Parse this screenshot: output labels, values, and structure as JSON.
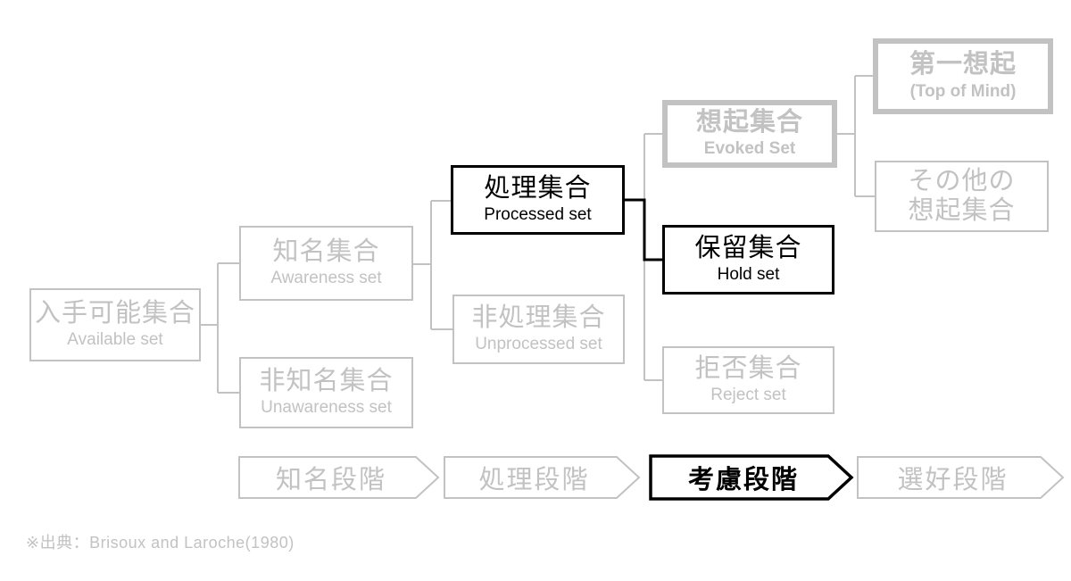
{
  "diagram": {
    "title_hint": "Consideration set model tree",
    "colors": {
      "dim": "#c2c2c2",
      "active": "#000000",
      "background": "#ffffff"
    },
    "nodes": [
      {
        "id": "available",
        "title": "入手可能集合",
        "subtitle": "Available set",
        "state": "dim"
      },
      {
        "id": "awareness",
        "title": "知名集合",
        "subtitle": "Awareness set",
        "state": "dim"
      },
      {
        "id": "unawareness",
        "title": "非知名集合",
        "subtitle": "Unawareness set",
        "state": "dim"
      },
      {
        "id": "processed",
        "title": "処理集合",
        "subtitle": "Processed set",
        "state": "active"
      },
      {
        "id": "unprocessed",
        "title": "非処理集合",
        "subtitle": "Unprocessed set",
        "state": "dim"
      },
      {
        "id": "evoked",
        "title": "想起集合",
        "subtitle": "Evoked Set",
        "state": "dim-bold"
      },
      {
        "id": "hold",
        "title": "保留集合",
        "subtitle": "Hold set",
        "state": "active"
      },
      {
        "id": "reject",
        "title": "拒否集合",
        "subtitle": "Reject set",
        "state": "dim"
      },
      {
        "id": "top-of-mind",
        "title": "第一想起",
        "subtitle": "(Top of Mind)",
        "state": "dim-bold"
      },
      {
        "id": "other-evoked",
        "title": "その他の",
        "title2": "想起集合",
        "state": "dim"
      }
    ],
    "stages": [
      {
        "id": "awareness-stage",
        "label": "知名段階",
        "state": "dim"
      },
      {
        "id": "processing-stage",
        "label": "処理段階",
        "state": "dim"
      },
      {
        "id": "consideration-stage",
        "label": "考慮段階",
        "state": "active"
      },
      {
        "id": "preference-stage",
        "label": "選好段階",
        "state": "dim"
      }
    ],
    "citation": "※出典：Brisoux and Laroche(1980)"
  }
}
